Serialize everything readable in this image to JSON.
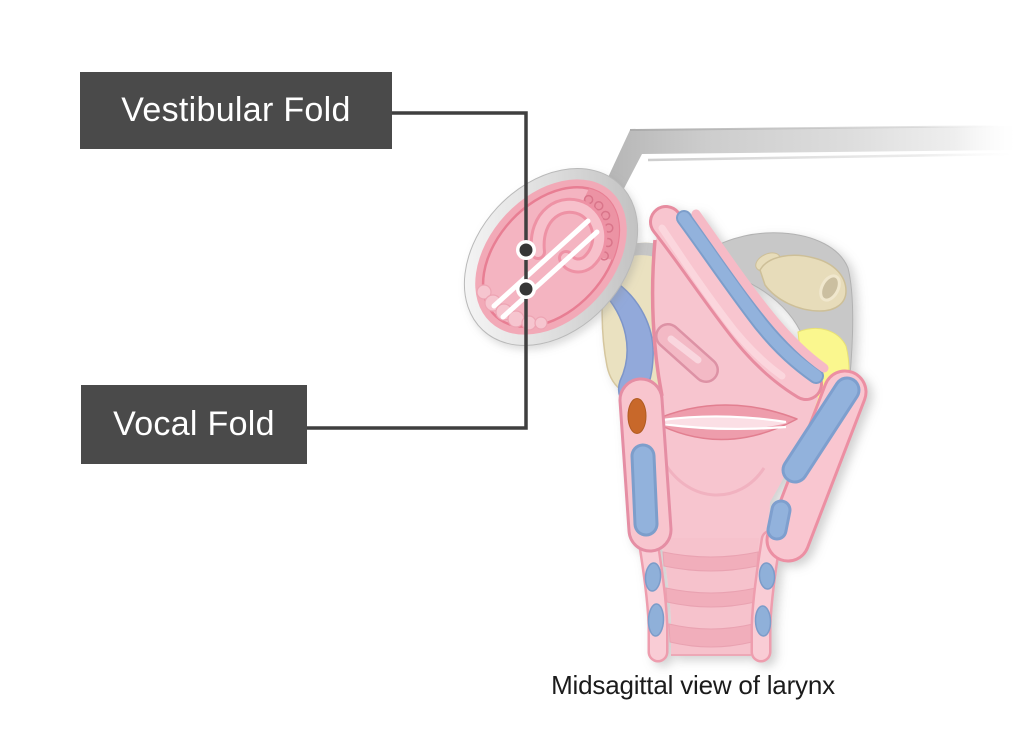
{
  "page": {
    "background": "#ffffff"
  },
  "labels": {
    "vestibular": "Vestibular Fold",
    "vocal": "Vocal Fold"
  },
  "caption": "Midsagittal view of larynx",
  "style": {
    "label_box_bg": "#4a4a4a",
    "label_text_color": "#ffffff",
    "leader_line_color": "#3f3f3f",
    "caption_color": "#1b1b1b"
  },
  "palette": {
    "pink_body": "#f7c5cf",
    "pink_wall_light": "#f9ccd5",
    "pink_fold_dark": "#ee9dac",
    "pink_edge": "#e78ca0",
    "blue_cartilage": "#92b2dc",
    "blue_cartilage_edge": "#7b9cc9",
    "blue_hyoid": "#92a9da",
    "beige_bone": "#eae1c0",
    "gray_membrane": "#c8c8c8",
    "yellow_fat": "#faf78e",
    "orange_gland": "#c8682a",
    "mirror_silver": "#d9d9d9",
    "mirror_glass_pink": "#f4b4c1",
    "vocal_fold_white": "#ffffff"
  }
}
